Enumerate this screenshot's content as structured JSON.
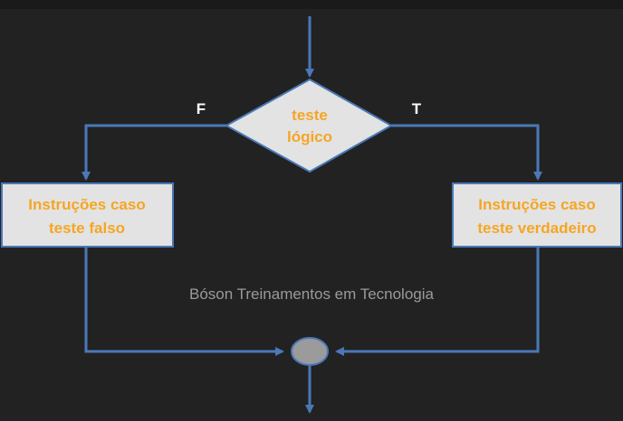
{
  "diagram": {
    "decision": {
      "line1": "teste",
      "line2": "lógico"
    },
    "false_label": "F",
    "true_label": "T",
    "false_box": {
      "line1": "Instruções caso",
      "line2": "teste falso"
    },
    "true_box": {
      "line1": "Instruções caso",
      "line2": "teste verdadeiro"
    },
    "watermark": "Bóson Treinamentos em Tecnologia",
    "colors": {
      "background": "#222222",
      "connector": "#4A78B8",
      "box_fill": "#E3E3E3",
      "box_text": "#F5A623",
      "junction_fill": "#9B9B9B"
    }
  }
}
